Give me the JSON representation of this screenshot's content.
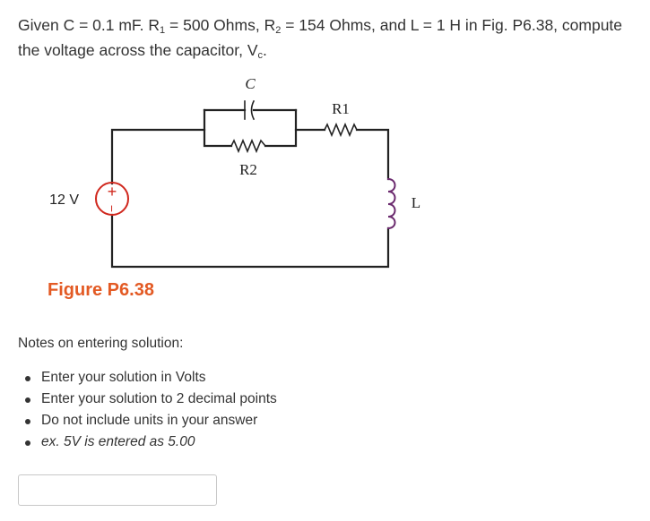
{
  "question": {
    "p1": "Given C = 0.1 mF. R",
    "s1": "1",
    "p2": " = 500 Ohms, R",
    "s2": "2",
    "p3": " = 154 Ohms, and L = 1 H in Fig. P6.38, compute the voltage across the capacitor, V",
    "s3": "c",
    "p4": "."
  },
  "circuit": {
    "capacitor_label": "C",
    "r1_label": "R1",
    "r2_label": "R2",
    "inductor_label": "L",
    "source_label": "12 V",
    "source_plus": "+",
    "source_minus": "−",
    "wire_color": "#222222",
    "source_color": "#d0281e",
    "resistor_color": "#222222",
    "inductor_color": "#6b2a6e",
    "capacitor_color": "#222222"
  },
  "figure_caption": "Figure P6.38",
  "notes": {
    "title": "Notes on entering solution:",
    "items": [
      "Enter your solution in Volts",
      "Enter your solution to 2 decimal points",
      "Do not include units in your answer",
      "ex. 5V is entered as 5.00"
    ]
  },
  "answer": {
    "value": "",
    "placeholder": ""
  },
  "colors": {
    "caption": "#e35a24",
    "text": "#333333"
  }
}
